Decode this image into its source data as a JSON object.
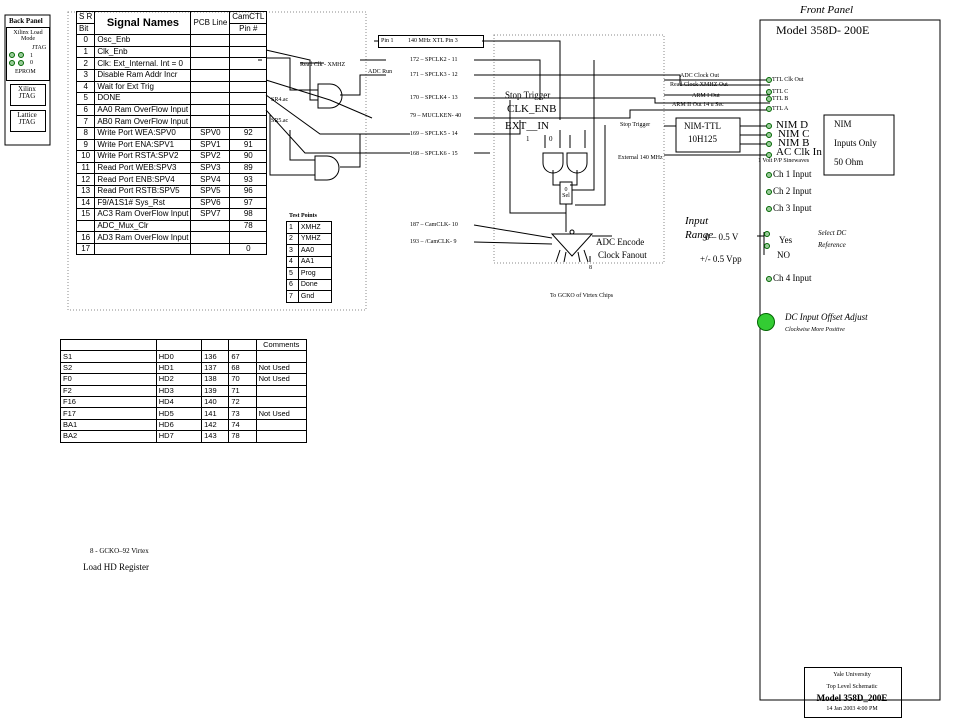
{
  "back_panel": {
    "title": "Back Panel",
    "xilinx_load_mode": "Xilinx Load Mode",
    "jtag": "JTAG",
    "one": "1",
    "zero": "0",
    "eprom": "EPROM",
    "xilinx_jtag": "Xilinx JTAG",
    "lattice_jtag": "Lattice JTAG"
  },
  "signal_table": {
    "headers": [
      "S R",
      "Signal Names",
      "PCB Line",
      "CamCTL Pin #"
    ],
    "header_a": "S R",
    "header_b": "Bit",
    "header_c": "Signal Names",
    "header_d": "PCB Line",
    "header_e": "CamCTL",
    "header_f": "Pin #",
    "rows": [
      {
        "bit": "0",
        "name": "Osc_Enb",
        "pcb": "",
        "pin": ""
      },
      {
        "bit": "1",
        "name": "Clk_Enb",
        "pcb": "",
        "pin": ""
      },
      {
        "bit": "2",
        "name": "Clk: Ext_Internal. Int = 0",
        "pcb": "",
        "pin": ""
      },
      {
        "bit": "3",
        "name": "Disable Ram Addr Incr",
        "pcb": "",
        "pin": ""
      },
      {
        "bit": "4",
        "name": "Wait for Ext Trig",
        "pcb": "",
        "pin": ""
      },
      {
        "bit": "5",
        "name": "DONE",
        "pcb": "",
        "pin": ""
      },
      {
        "bit": "6",
        "name": "AA0 Ram OverFlow Input",
        "pcb": "",
        "pin": ""
      },
      {
        "bit": "7",
        "name": "AB0 Ram OverFlow Input",
        "pcb": "",
        "pin": ""
      },
      {
        "bit": "8",
        "name": "Write Port WEA:SPV0",
        "pcb": "SPV0",
        "pin": "92"
      },
      {
        "bit": "9",
        "name": "Write Port ENA:SPV1",
        "pcb": "SPV1",
        "pin": "91"
      },
      {
        "bit": "10",
        "name": "Write Port RSTA:SPV2",
        "pcb": "SPV2",
        "pin": "90"
      },
      {
        "bit": "11",
        "name": "Read Port WEB:SPV3",
        "pcb": "SPV3",
        "pin": "89"
      },
      {
        "bit": "12",
        "name": "Read Port ENB:SPV4",
        "pcb": "SPV4",
        "pin": "93"
      },
      {
        "bit": "13",
        "name": "Read Port RSTB:SPV5",
        "pcb": "SPV5",
        "pin": "96"
      },
      {
        "bit": "14",
        "name": "F9/A1S1# Sys_Rst",
        "pcb": "SPV6",
        "pin": "97"
      },
      {
        "bit": "15",
        "name": "AC3 Ram OverFlow Input",
        "pcb": "SPV7",
        "pin": "98"
      },
      {
        "bit": "",
        "name": "ADC_Mux_Clr",
        "pcb": "",
        "pin": "78"
      },
      {
        "bit": "16",
        "name": "AD3 Ram OverFlow Input",
        "pcb": "",
        "pin": ""
      },
      {
        "bit": "17",
        "name": "",
        "pcb": "",
        "pin": "0"
      }
    ]
  },
  "test_points": {
    "title": "Test Points",
    "rows": [
      {
        "n": "1",
        "name": "XMHZ"
      },
      {
        "n": "2",
        "name": "YMHZ"
      },
      {
        "n": "3",
        "name": "AA0"
      },
      {
        "n": "4",
        "name": "AA1"
      },
      {
        "n": "5",
        "name": "Prog"
      },
      {
        "n": "6",
        "name": "Done"
      },
      {
        "n": "7",
        "name": "Gnd"
      }
    ]
  },
  "comments_table": {
    "header": "Comments",
    "rows": [
      {
        "a": "S1",
        "b": "HD0",
        "c": "136",
        "d": "67",
        "e": ""
      },
      {
        "a": "S2",
        "b": "HD1",
        "c": "137",
        "d": "68",
        "e": "Not Used"
      },
      {
        "a": "F0",
        "b": "HD2",
        "c": "138",
        "d": "70",
        "e": "Not Used"
      },
      {
        "a": "F2",
        "b": "HD3",
        "c": "139",
        "d": "71",
        "e": ""
      },
      {
        "a": "F16",
        "b": "HD4",
        "c": "140",
        "d": "72",
        "e": ""
      },
      {
        "a": "F17",
        "b": "HD5",
        "c": "141",
        "d": "73",
        "e": "Not Used"
      },
      {
        "a": "BA1",
        "b": "HD6",
        "c": "142",
        "d": "74",
        "e": ""
      },
      {
        "a": "BA2",
        "b": "HD7",
        "c": "143",
        "d": "78",
        "e": ""
      }
    ]
  },
  "signals": {
    "read_clk": "Read Clk - XMHZ",
    "adc_run": "ADC Run",
    "sr4": "SR4.ac",
    "sr5": "SR5.ac",
    "pin1": "Pin 1",
    "xtl": "140 MHz XTL  Pin 3",
    "l172": "172 – SPCLK2 - 11",
    "l171": "171 – SPCLK3 - 12",
    "l170": "170 – SPCLK4 - 13",
    "l79": "79 – MUCLKEN- 40",
    "l169": "169 – SPCLK5 - 14",
    "l168": "168 – SPCLK6 - 15",
    "l187": "187 – CamCLK- 10",
    "l193": "193 – /CamCLK- 9",
    "stop_trigger": "Stop Trigger",
    "clk_enb": "CLK_ENB",
    "ext_in": "EXT__IN",
    "one": "1",
    "zero": "0",
    "mux_label": "0 Sel",
    "adc_encode": "ADC Encode",
    "clock_fanout": "Clock Fanout",
    "eight": "8",
    "to_gcko": "To GCKO of Virtex Chips",
    "gcko_note": "8 -  GCKO–92 Virtex",
    "load_hd": "Load HD Register",
    "adc_clock_out": "ADC Clock Out",
    "read_clock_out": "Read Clock XMHZ Out",
    "arm1_out": "ARM I Out",
    "arm2_out": "ARM II Out 14 u Sec",
    "stop_trigger_r": "Stop Trigger",
    "external_140": "External 140 MHz",
    "nim_ttl": "NIM-TTL",
    "part": "10H125"
  },
  "front_panel": {
    "title": "Front Panel",
    "model": "Model 358D- 200E",
    "ttl_clk_out": "TTL Clk Out",
    "ttl_c": "TTL C",
    "ttl_b": "TTL B",
    "ttl_a": "TTL A",
    "nim_d": "NIM D",
    "nim_c": "NIM C",
    "nim_b": "NIM B",
    "ac_clk_in": "AC Clk In",
    "sinewaves": "1 Volt P/P Sinewaves",
    "nim": "NIM",
    "inputs_only": "Inputs Only",
    "ohm": "50 Ohm",
    "ch1": "Ch 1 Input",
    "ch2": "Ch 2 Input",
    "ch3": "Ch 3 Input",
    "input_range_a": "Input",
    "input_range_b": "Range",
    "range1": "0 – 0.5 V",
    "range2": "+/- 0.5 Vpp",
    "yes": "Yes",
    "no": "NO",
    "select_dc_a": "Select DC",
    "select_dc_b": "Reference",
    "ch4": "Ch 4 Input",
    "dc_offset": "DC Input Offset Adjust",
    "clockwise": "Clockwise More Positive"
  },
  "title_block": {
    "org": "Yale University",
    "sheet": "Top Level Schematic",
    "model": "Model 358D_200E",
    "date": "14 Jan 2003  4:00 PM"
  }
}
